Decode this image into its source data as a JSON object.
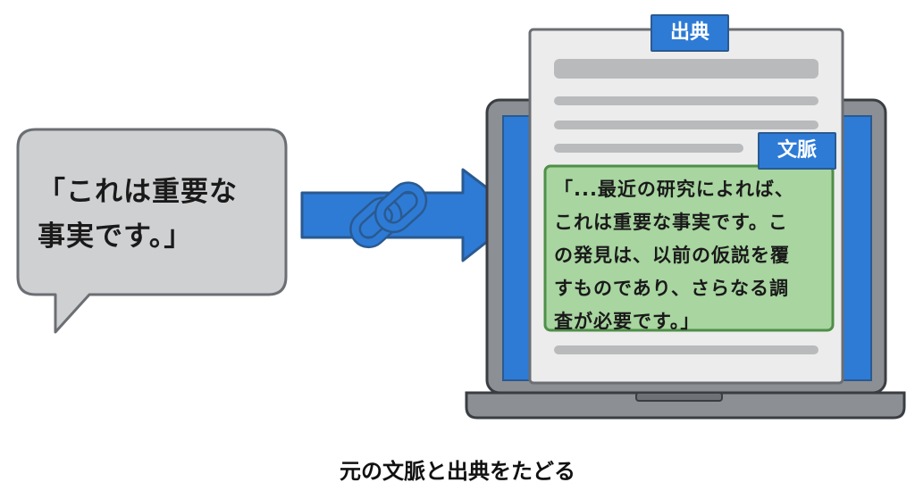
{
  "quote_bubble": {
    "text": "「これは重要な\n事実です。」"
  },
  "source_document": {
    "tag_label": "出典",
    "context_tag_label": "文脈",
    "context_text": "「...最近の研究によれば、\nこれは重要な事実です。こ\nの発見は、以前の仮説を覆\nすものであり、さらなる調\n査が必要です。」"
  },
  "caption": "元の文脈と出典をたどる",
  "icons": [
    "speech-bubble-icon",
    "link-chain-icon",
    "arrow-icon",
    "laptop-icon",
    "document-icon"
  ],
  "colors": {
    "accent_blue": "#2e7bd6",
    "bubble_gray": "#cfd0d2",
    "highlight_green": "#a8d5a0",
    "document_gray": "#ececec"
  }
}
